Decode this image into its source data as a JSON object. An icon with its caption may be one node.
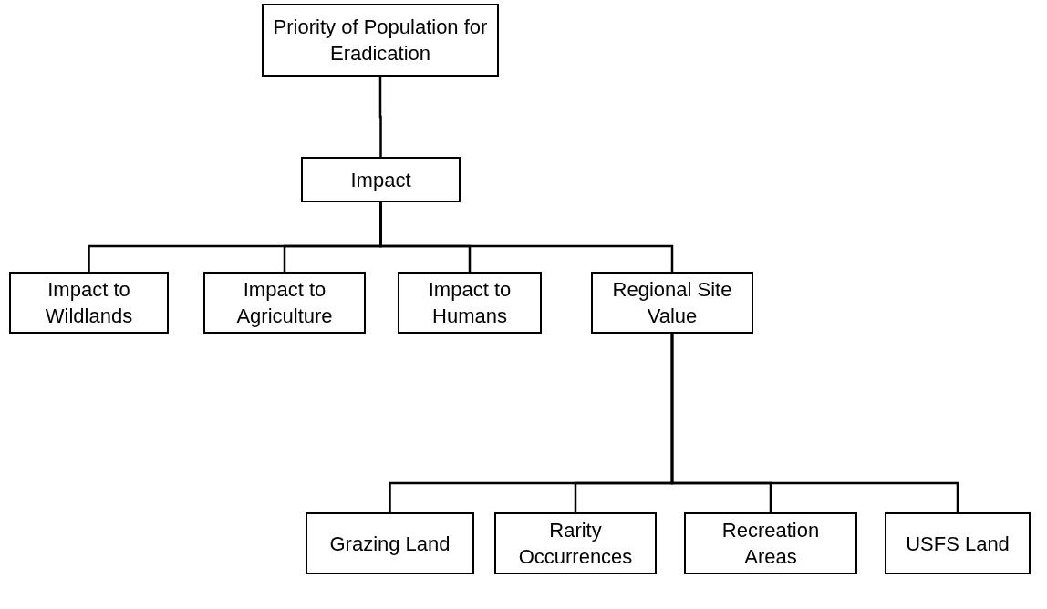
{
  "diagram": {
    "nodes": [
      {
        "text": [
          "Priority of Population for Eradication"
        ]
      },
      {
        "text": [
          "Impact"
        ]
      },
      {
        "text": [
          "Impact to Wildlands"
        ]
      },
      {
        "text": [
          "Impact to Agriculture"
        ]
      },
      {
        "text": [
          "Impact to Humans"
        ]
      },
      {
        "text": [
          "Regional Site Value"
        ]
      },
      {
        "text": [
          "Grazing Land"
        ]
      },
      {
        "text": [
          "Rarity Occurrences"
        ]
      },
      {
        "text": [
          "Recreation Areas"
        ]
      },
      {
        "text": [
          "USFS Land"
        ]
      }
    ],
    "edges": [
      {
        "from": 0,
        "to": 1,
        "arrow": "none"
      },
      {
        "from": 1,
        "to": 2,
        "arrow": "none"
      },
      {
        "from": 1,
        "to": 3,
        "arrow": "none"
      },
      {
        "from": 1,
        "to": 4,
        "arrow": "none"
      },
      {
        "from": 1,
        "to": 5,
        "arrow": "none"
      },
      {
        "from": 5,
        "to": 6,
        "arrow": "none"
      },
      {
        "from": 5,
        "to": 7,
        "arrow": "none"
      },
      {
        "from": 5,
        "to": 8,
        "arrow": "none"
      },
      {
        "from": 5,
        "to": 9,
        "arrow": "none"
      }
    ]
  }
}
